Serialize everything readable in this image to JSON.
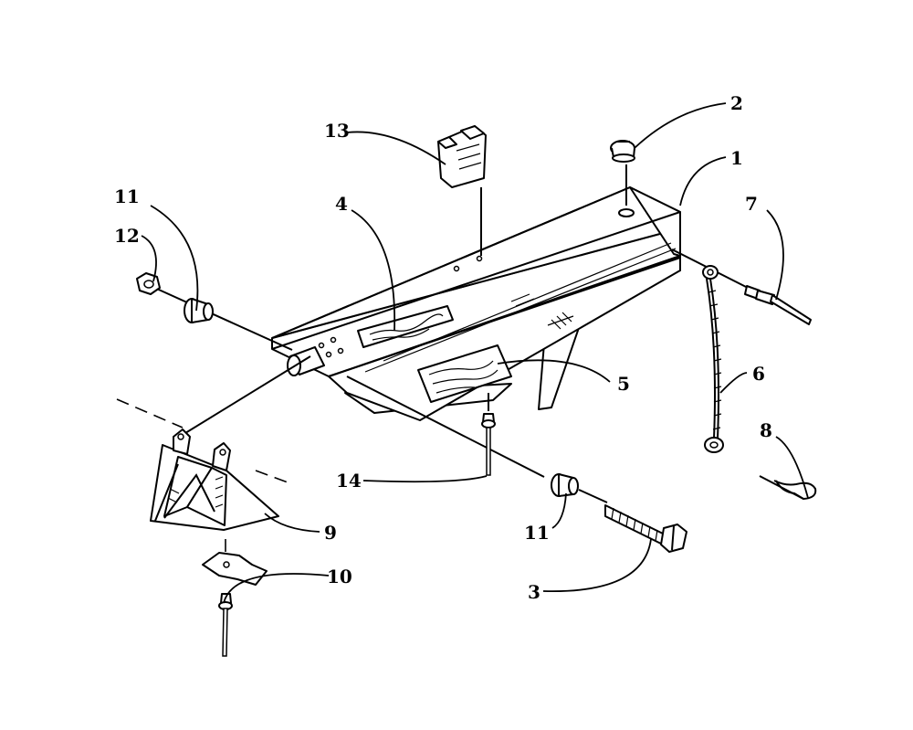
{
  "callouts": [
    {
      "id": "c1",
      "label": "1"
    },
    {
      "id": "c2",
      "label": "2"
    },
    {
      "id": "c3",
      "label": "3"
    },
    {
      "id": "c4",
      "label": "4"
    },
    {
      "id": "c5",
      "label": "5"
    },
    {
      "id": "c6",
      "label": "6"
    },
    {
      "id": "c7",
      "label": "7"
    },
    {
      "id": "c8",
      "label": "8"
    },
    {
      "id": "c9",
      "label": "9"
    },
    {
      "id": "c10",
      "label": "10"
    },
    {
      "id": "c11a",
      "label": "11"
    },
    {
      "id": "c11b",
      "label": "11"
    },
    {
      "id": "c12",
      "label": "12"
    },
    {
      "id": "c13",
      "label": "13"
    },
    {
      "id": "c14",
      "label": "14"
    }
  ]
}
